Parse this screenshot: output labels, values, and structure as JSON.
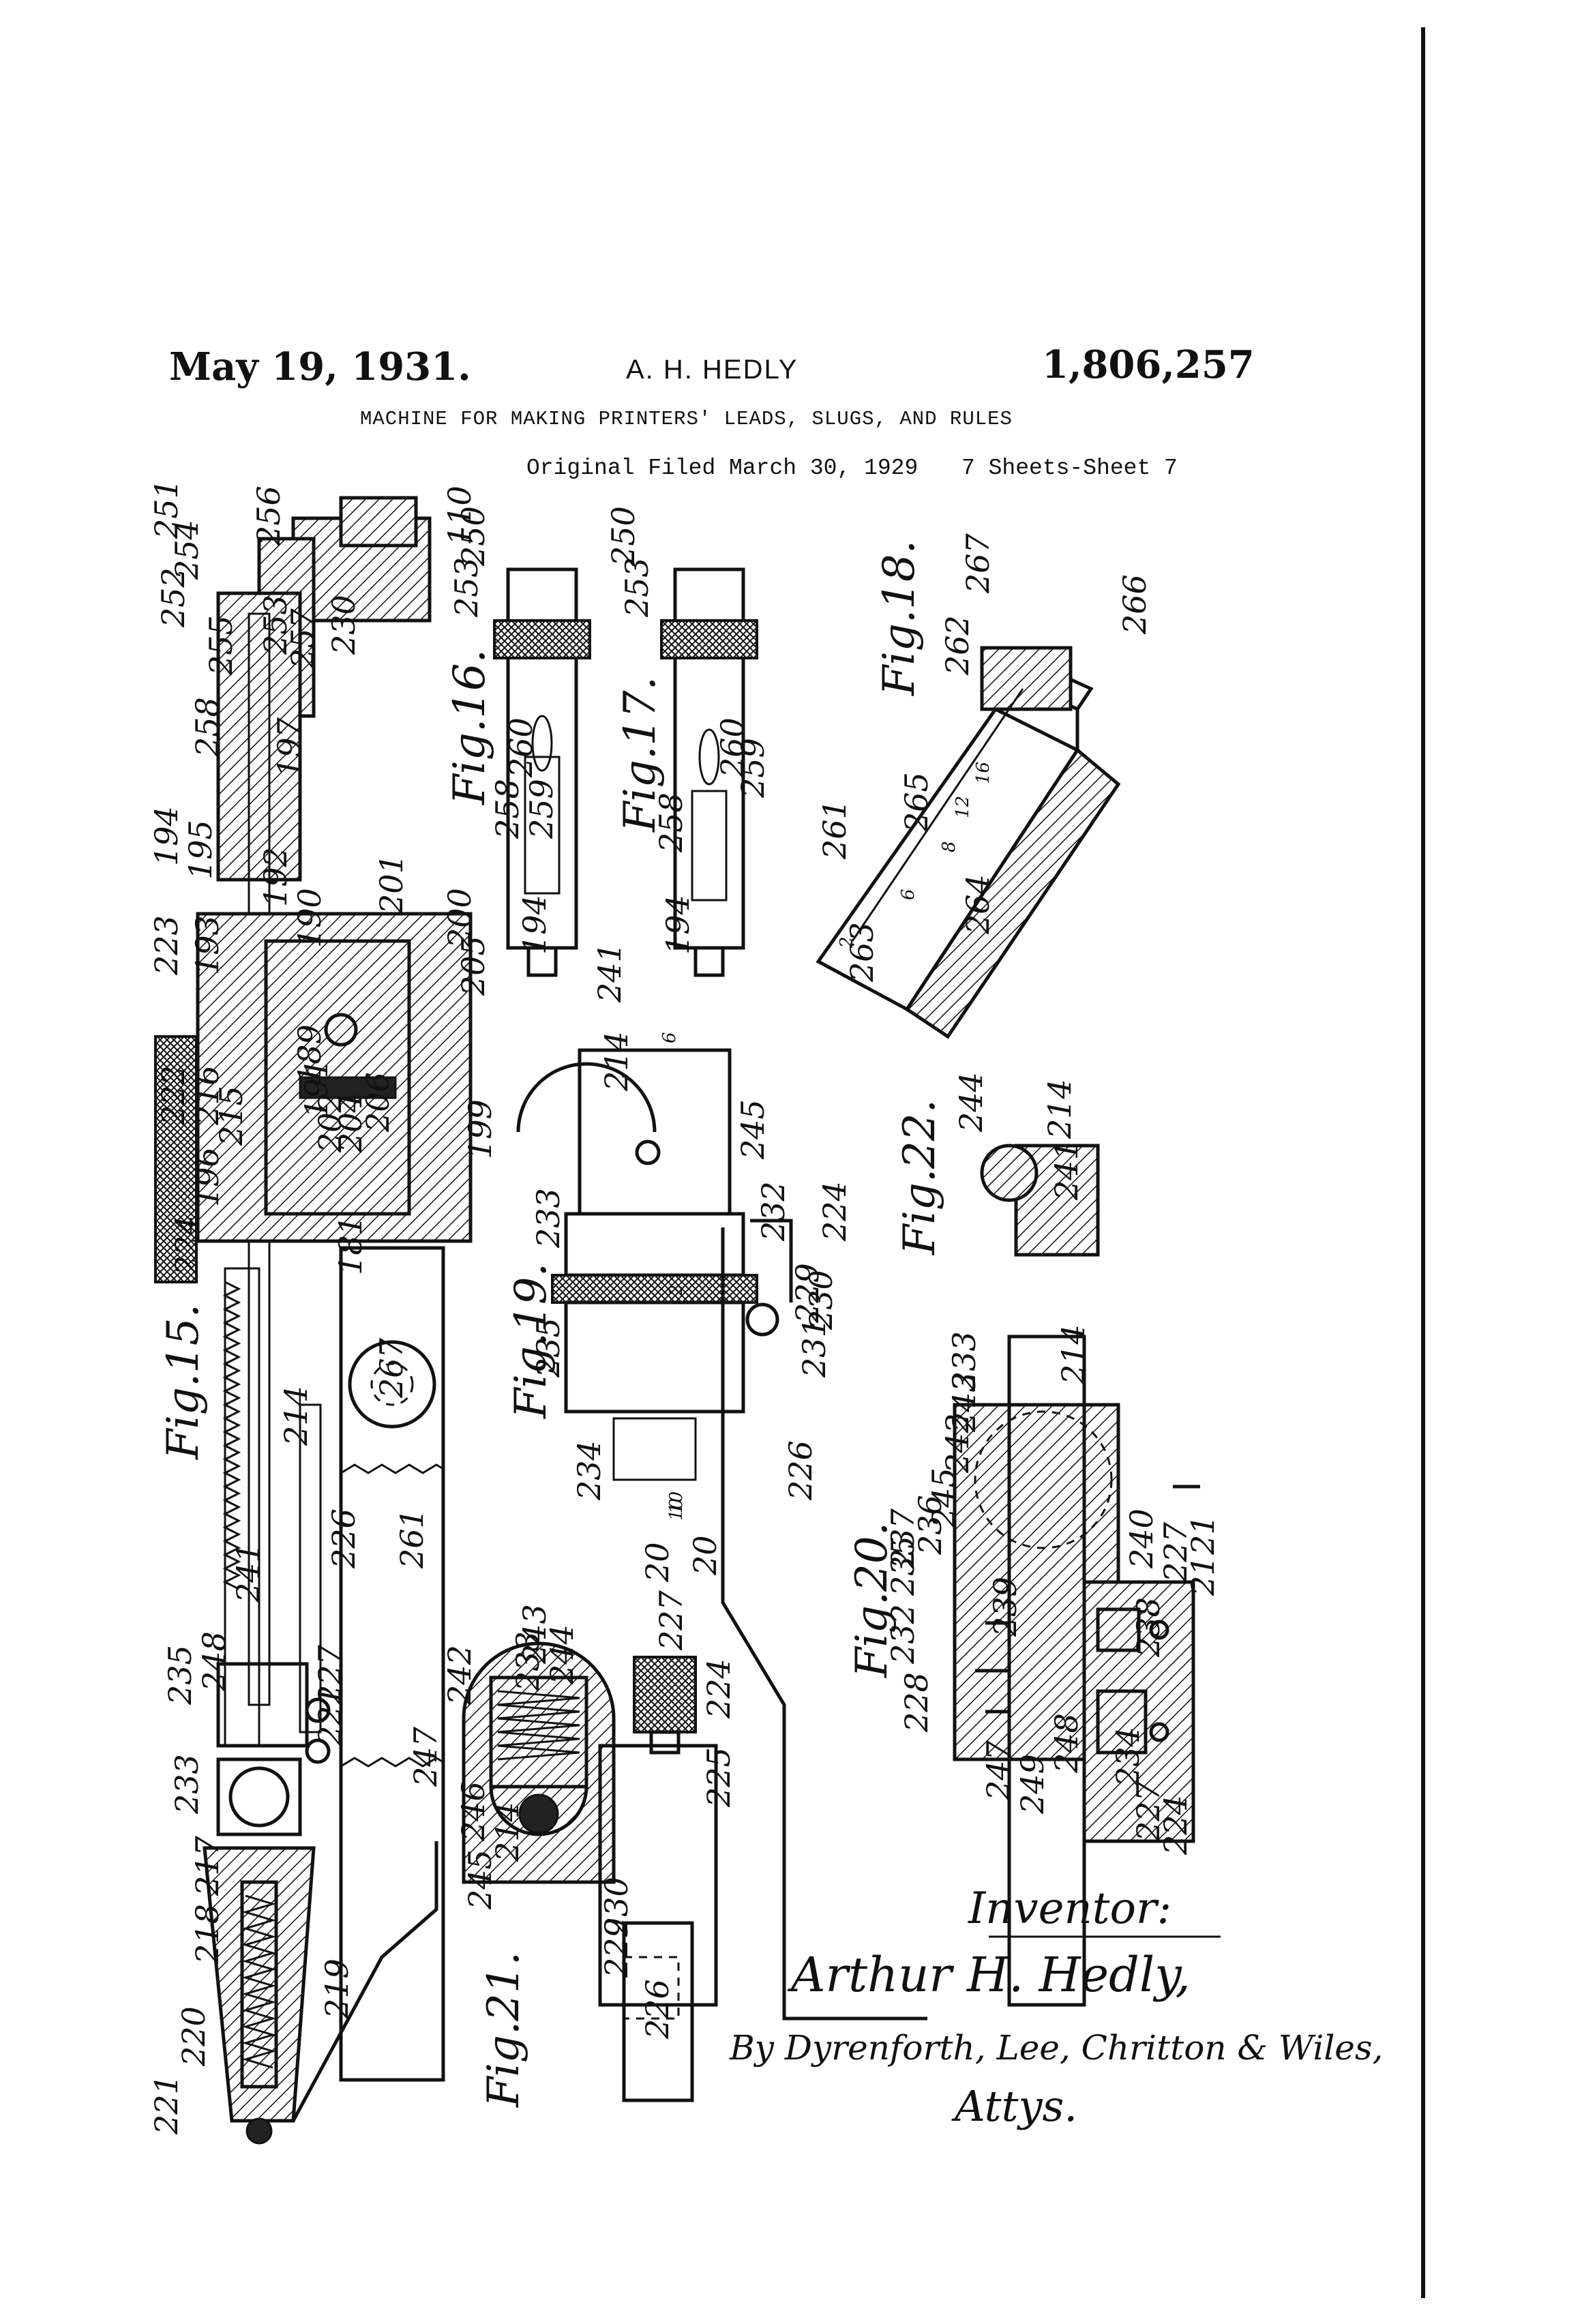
{
  "header": {
    "date": "May 19, 1931.",
    "inventor": "A. H. HEDLY",
    "patent_number": "1,806,257",
    "title": "MACHINE FOR MAKING PRINTERS' LEADS, SLUGS, AND RULES",
    "filed": "Original Filed March 30, 1929",
    "sheets": "7 Sheets-Sheet 7"
  },
  "figures": {
    "fig15": "Fig.15.",
    "fig16": "Fig.16.",
    "fig17": "Fig.17.",
    "fig18": "Fig.18.",
    "fig19": "Fig.19.",
    "fig20": "Fig.20.",
    "fig21": "Fig.21.",
    "fig22": "Fig.22."
  },
  "labels": {
    "fig15": [
      "251",
      "254",
      "252",
      "256",
      "255",
      "253",
      "257",
      "110",
      "230",
      "258",
      "197",
      "194",
      "195",
      "192",
      "190",
      "201",
      "223",
      "193",
      "200",
      "205",
      "189",
      "191",
      "202",
      "204",
      "206",
      "199",
      "222",
      "216",
      "215",
      "196",
      "224",
      "181",
      "267",
      "214",
      "226",
      "261",
      "241",
      "248",
      "235",
      "227",
      "221",
      "233",
      "247",
      "217",
      "218",
      "219",
      "220",
      "221"
    ],
    "fig16": [
      "250",
      "253",
      "260",
      "258",
      "259",
      "194"
    ],
    "fig17": [
      "250",
      "253",
      "260",
      "259",
      "258",
      "194"
    ],
    "fig18": [
      "267",
      "266",
      "262",
      "265",
      "261",
      "264",
      "263"
    ],
    "fig19": [
      "241",
      "214",
      "245",
      "233",
      "232",
      "224",
      "229",
      "235",
      "231",
      "230",
      "234",
      "226",
      "20",
      "20",
      "228"
    ],
    "fig20": [
      "214",
      "233",
      "243",
      "242",
      "245",
      "236",
      "237",
      "235",
      "232",
      "239",
      "240",
      "227",
      "238",
      "234",
      "227",
      "224",
      "248",
      "249",
      "247",
      "21",
      "21"
    ],
    "fig21": [
      "233",
      "244",
      "243",
      "242",
      "227",
      "224",
      "225",
      "246",
      "214",
      "230",
      "229",
      "226",
      "245"
    ],
    "fig22": [
      "244",
      "214",
      "241"
    ],
    "scale_marks": [
      "2",
      "6",
      "8",
      "12",
      "16",
      "6",
      "10",
      "2",
      "10"
    ]
  },
  "signature": {
    "inventor_heading": "Inventor:",
    "inventor_name": "Arthur H. Hedly,",
    "attorneys": "By Dyrenforth, Lee, Chritton & Wiles,",
    "attys": "Attys."
  }
}
